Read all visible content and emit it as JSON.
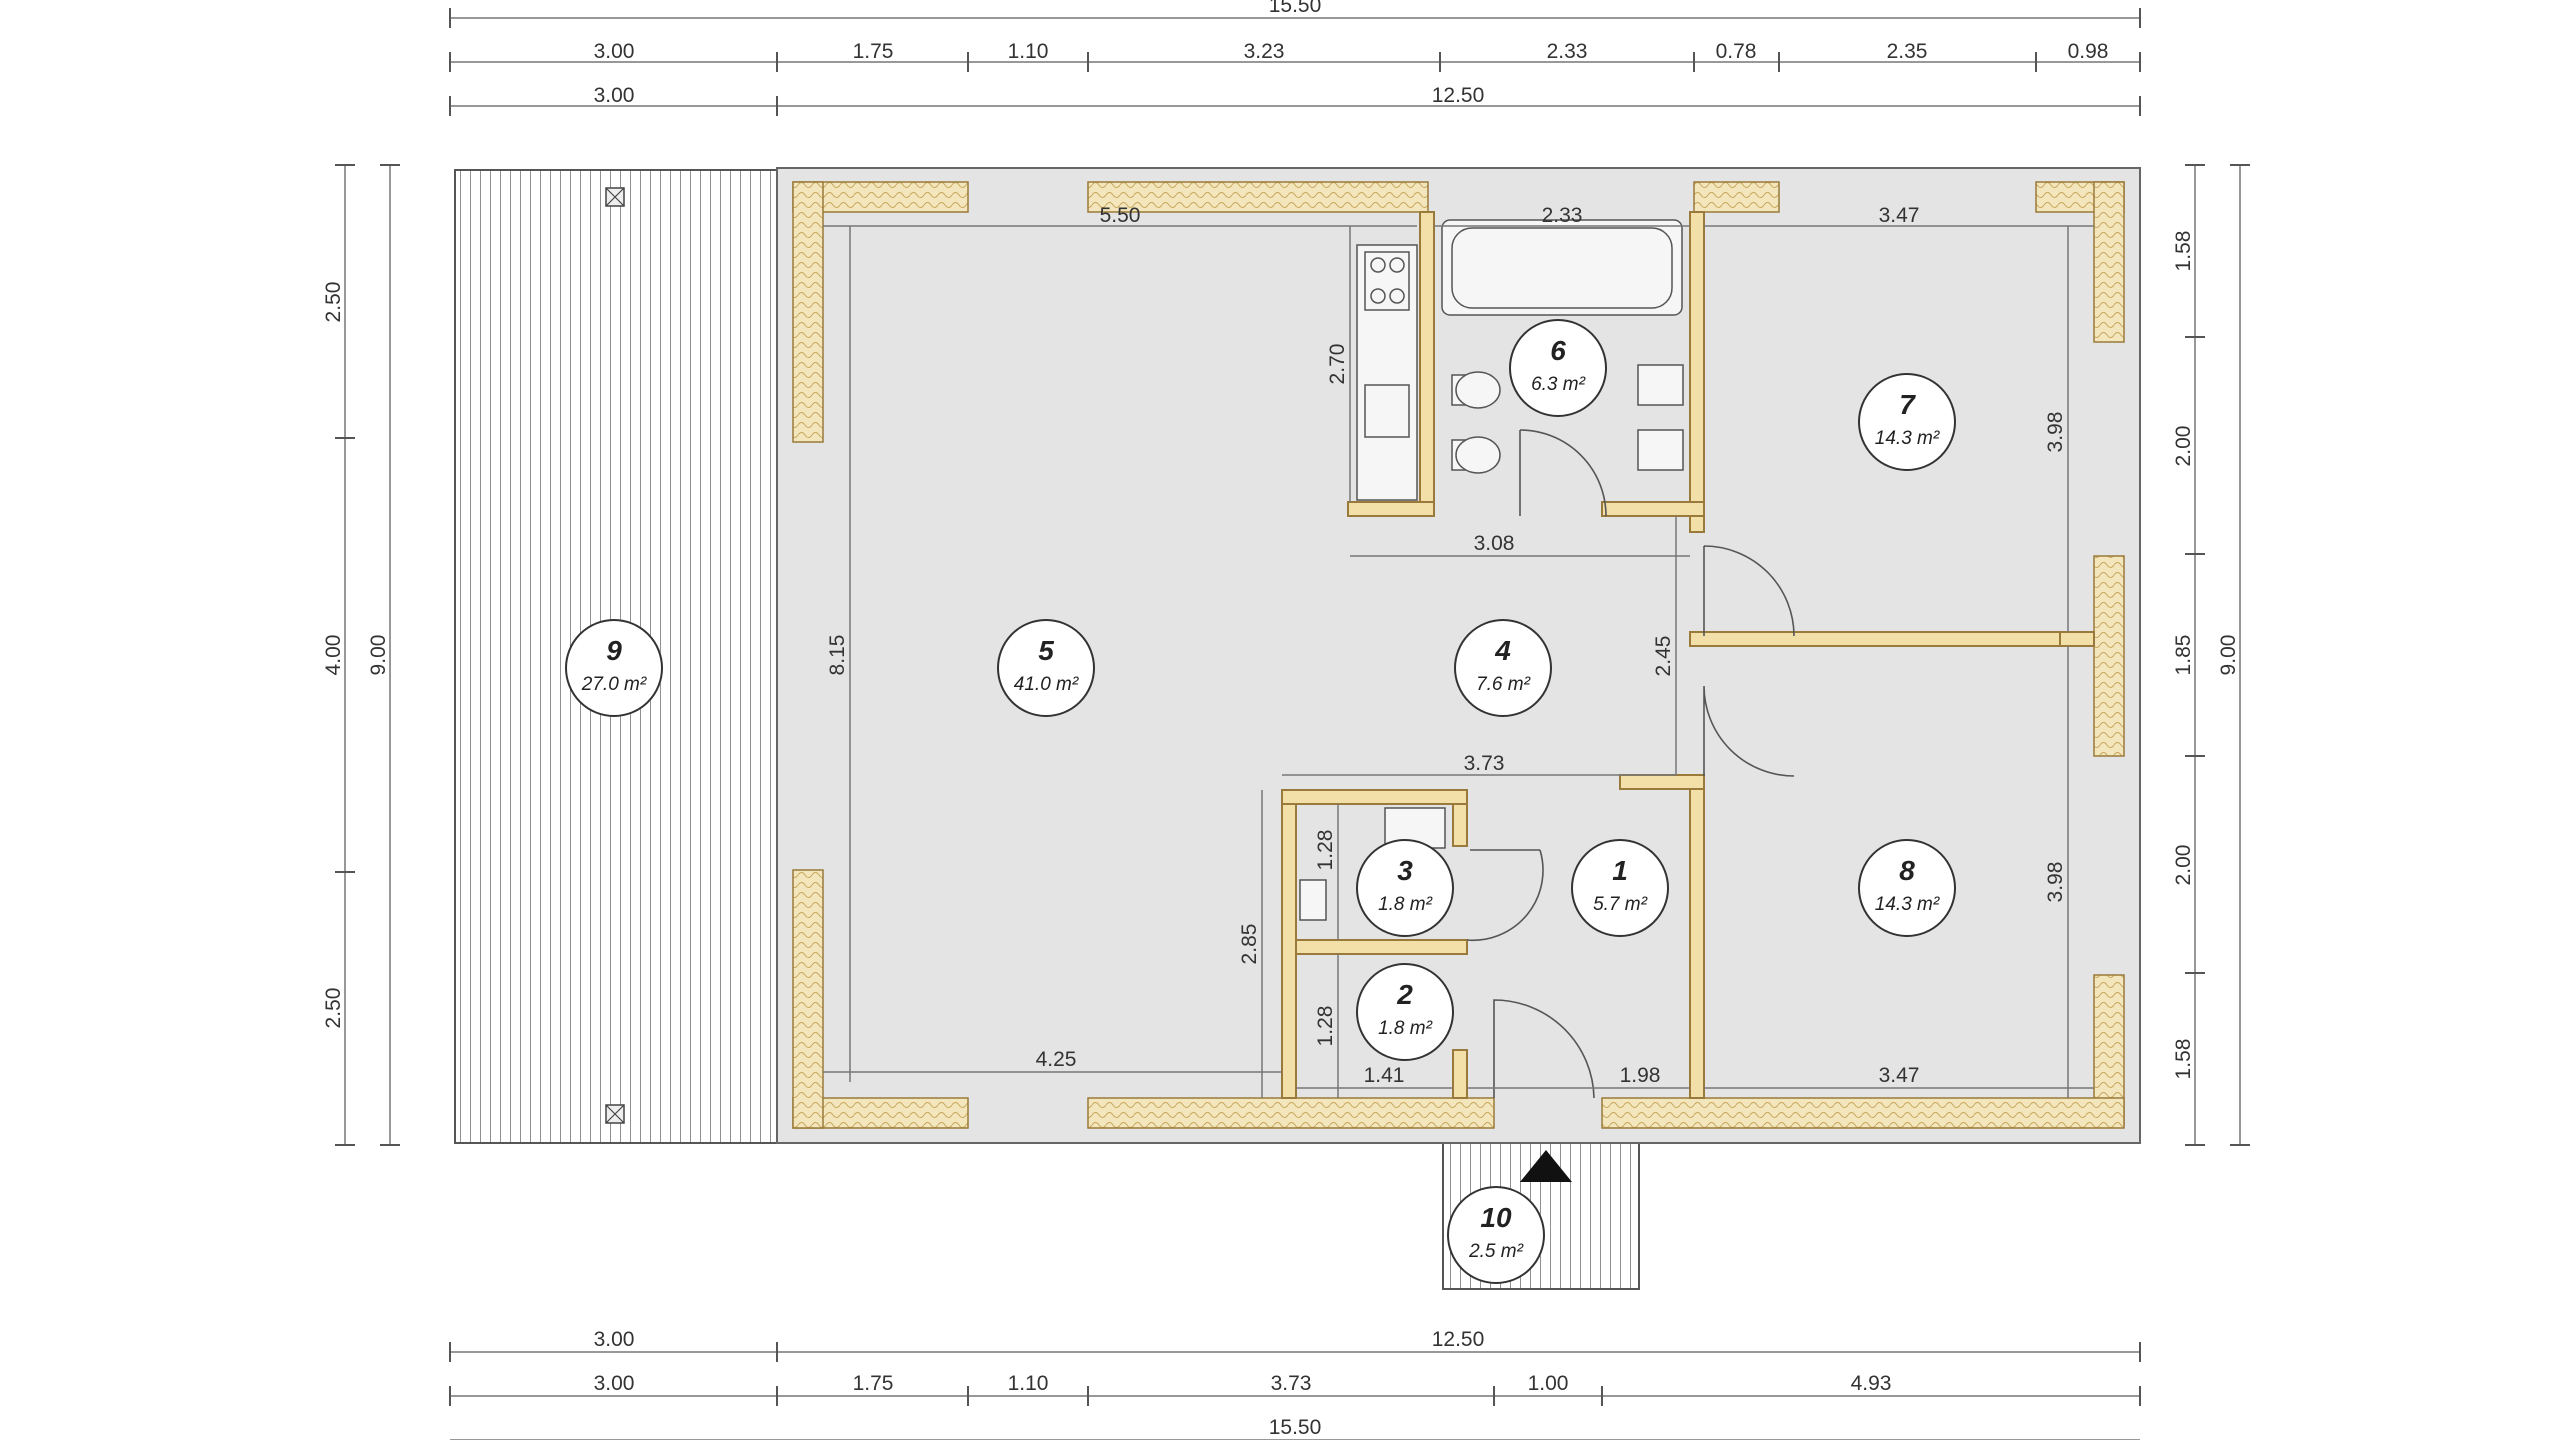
{
  "top_dims": {
    "overall": "15.50",
    "segments": [
      "3.00",
      "1.75",
      "1.10",
      "3.23",
      "2.33",
      "0.78",
      "2.35",
      "0.98"
    ],
    "split": [
      "3.00",
      "12.50"
    ]
  },
  "bottom_dims": {
    "split": [
      "3.00",
      "12.50"
    ],
    "segments": [
      "3.00",
      "1.75",
      "1.10",
      "3.73",
      "1.00",
      "4.93"
    ],
    "overall": "15.50"
  },
  "left_dims": {
    "segments": [
      "2.50",
      "4.00",
      "2.50"
    ],
    "overall": "9.00"
  },
  "right_dims": {
    "segments": [
      "1.58",
      "2.00",
      "1.85",
      "2.00",
      "1.58"
    ],
    "overall": "9.00"
  },
  "interior_dims": {
    "d550": "5.50",
    "d233": "2.33",
    "d347_top": "3.47",
    "d270": "2.70",
    "d308": "3.08",
    "d398_top": "3.98",
    "d815": "8.15",
    "d245": "2.45",
    "d373": "3.73",
    "d398_bot": "3.98",
    "d128a": "1.28",
    "d285": "2.85",
    "d128b": "1.28",
    "d425": "4.25",
    "d141": "1.41",
    "d198": "1.98",
    "d347_bot": "3.47"
  },
  "rooms": [
    {
      "num": "1",
      "area": "5.7 m²"
    },
    {
      "num": "2",
      "area": "1.8 m²"
    },
    {
      "num": "3",
      "area": "1.8 m²"
    },
    {
      "num": "4",
      "area": "7.6 m²"
    },
    {
      "num": "5",
      "area": "41.0 m²"
    },
    {
      "num": "6",
      "area": "6.3 m²"
    },
    {
      "num": "7",
      "area": "14.3 m²"
    },
    {
      "num": "8",
      "area": "14.3 m²"
    },
    {
      "num": "9",
      "area": "27.0 m²"
    },
    {
      "num": "10",
      "area": "2.5 m²"
    }
  ]
}
